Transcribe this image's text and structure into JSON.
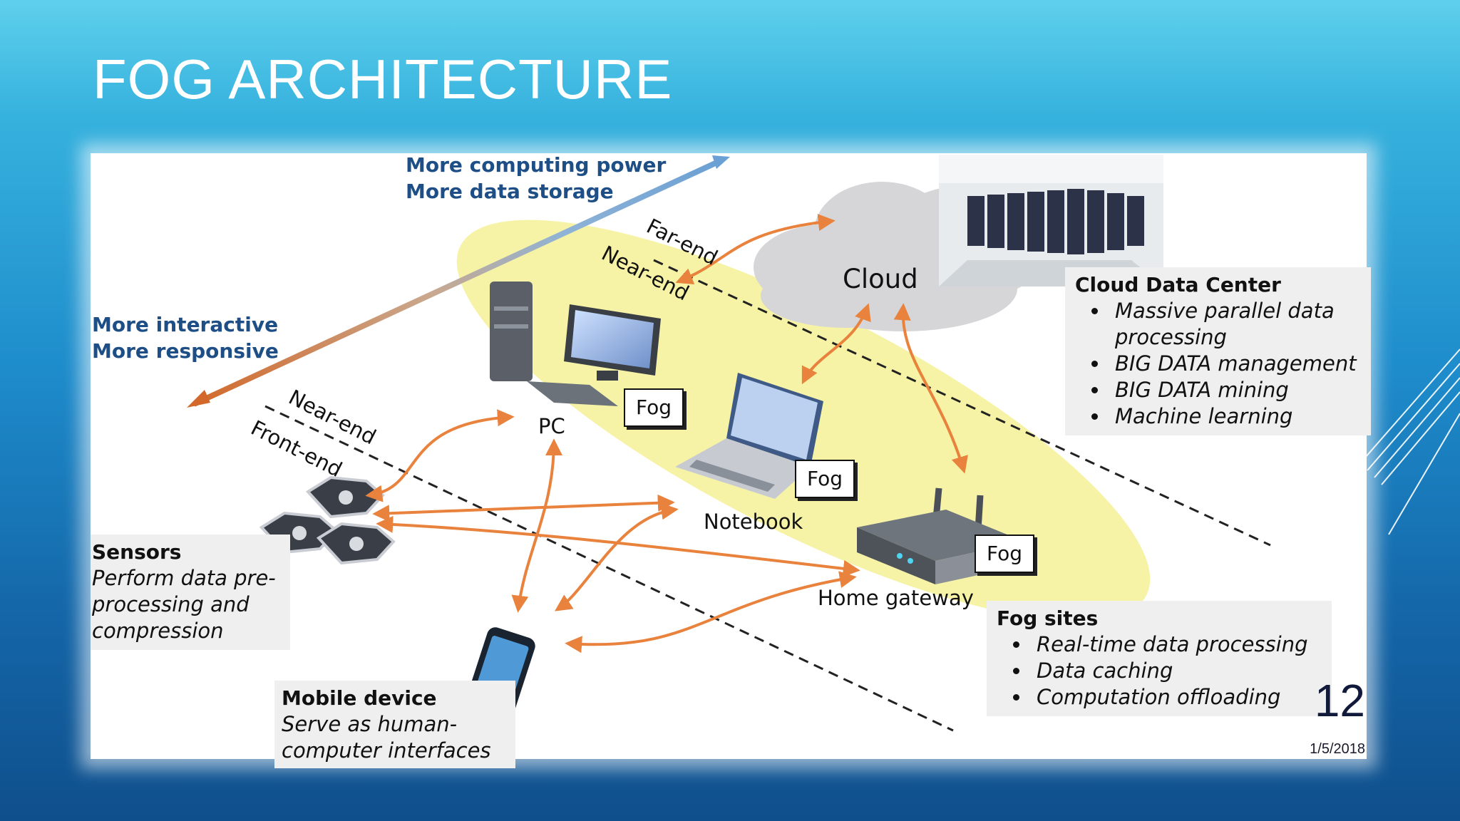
{
  "slide": {
    "title": "FOG ARCHITECTURE",
    "page_number": "12",
    "date": "1/5/2018"
  },
  "diagram": {
    "arrow_top_label": [
      "More computing power",
      "More data storage"
    ],
    "arrow_left_label": [
      "More interactive",
      "More responsive"
    ],
    "boundary_labels": {
      "upper_a": "Far-end",
      "upper_b": "Near-end",
      "lower_a": "Near-end",
      "lower_b": "Front-end"
    },
    "cloud_label": "Cloud",
    "fog_label": "Fog",
    "devices": {
      "pc": "PC",
      "notebook": "Notebook",
      "home_gateway": "Home gateway"
    },
    "cloud_data_center": {
      "title": "Cloud Data Center",
      "items": [
        "Massive parallel data processing",
        "BIG DATA management",
        "BIG DATA mining",
        "Machine learning"
      ]
    },
    "fog_sites": {
      "title": "Fog sites",
      "items": [
        "Real-time data processing",
        "Data caching",
        "Computation offloading"
      ]
    },
    "sensors": {
      "title": "Sensors",
      "description": "Perform data pre-processing and compression"
    },
    "mobile_device": {
      "title": "Mobile device",
      "description": "Serve as human-computer interfaces"
    },
    "colors": {
      "arrow_orange": "#e8823c",
      "fog_zone_yellow": "#f6f3a6",
      "label_blue": "#1e4e86"
    }
  }
}
